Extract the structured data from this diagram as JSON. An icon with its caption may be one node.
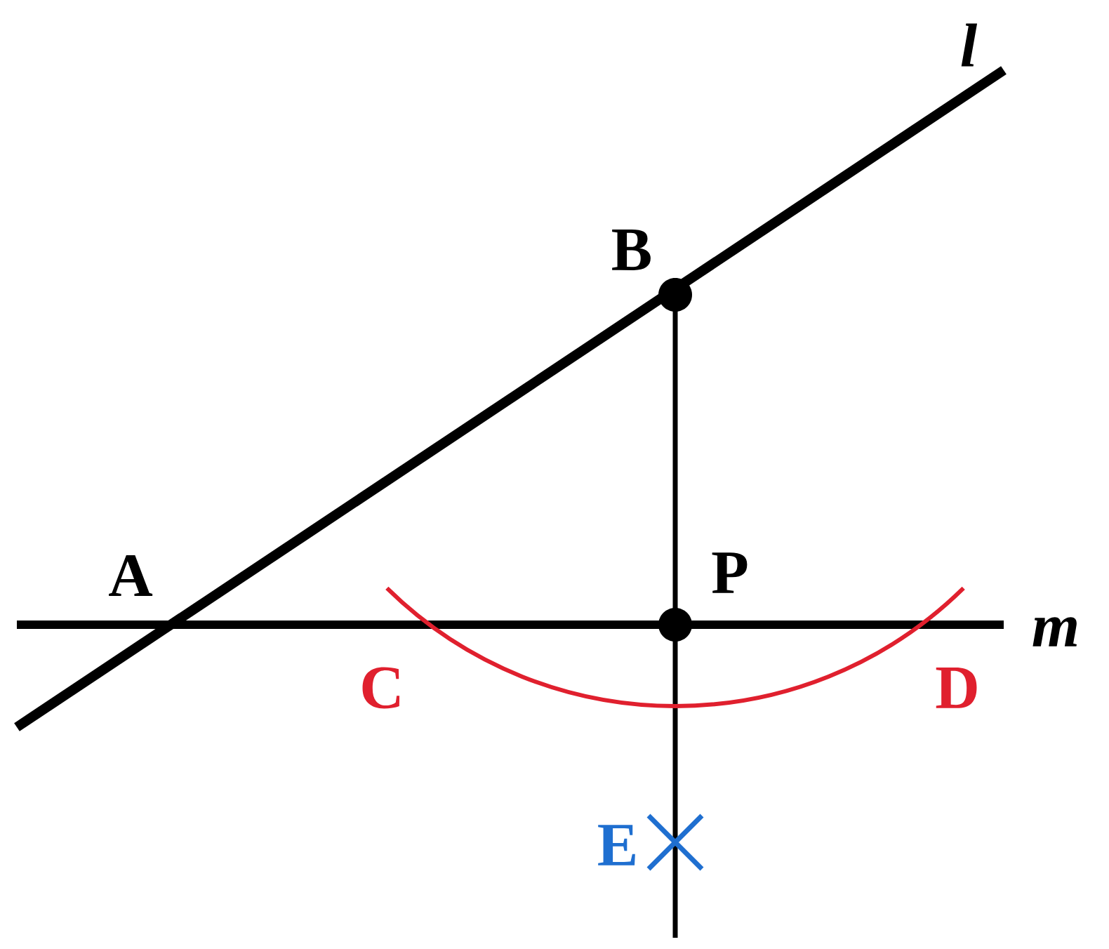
{
  "diagram": {
    "labels": [
      "l",
      "B",
      "A",
      "P",
      "m",
      "C",
      "D",
      "E"
    ]
  }
}
